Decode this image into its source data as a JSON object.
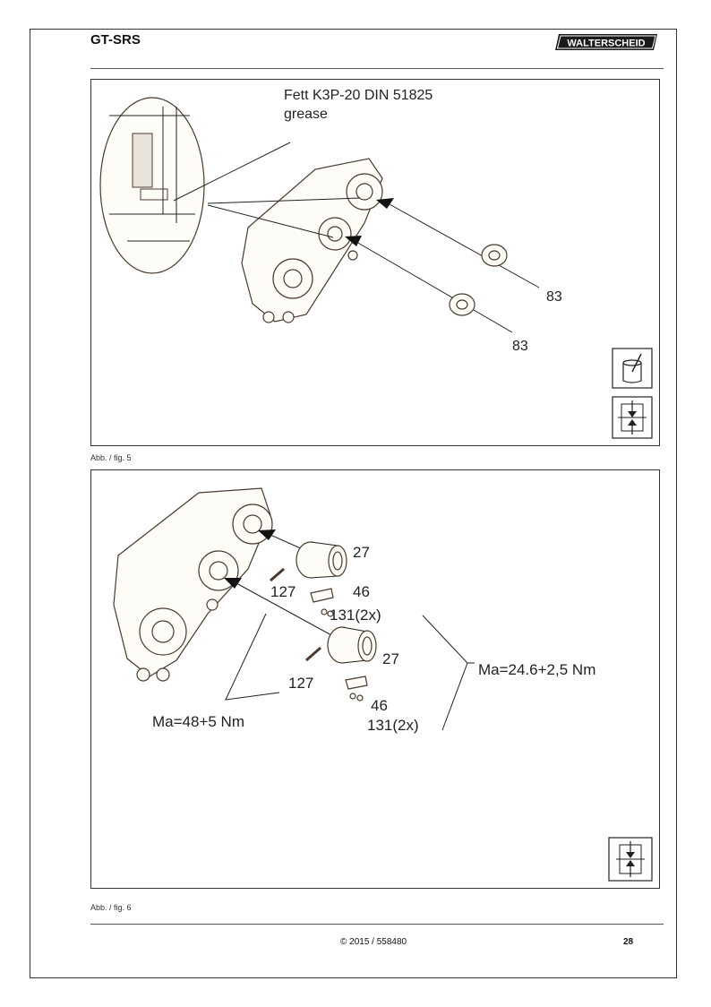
{
  "header": {
    "doc_title": "GT-SRS",
    "brand": "WALTERSCHEID"
  },
  "figure5": {
    "callout_grease_de": "Fett K3P-20 DIN 51825",
    "callout_grease_en": "grease",
    "part_upper": "83",
    "part_lower": "83",
    "caption": "Abb. / fig. 5"
  },
  "figure6": {
    "part_27_upper": "27",
    "part_127_upper": "127",
    "part_46_upper": "46",
    "part_131_upper": "131(2x)",
    "part_27_lower": "27",
    "part_127_lower": "127",
    "part_46_lower": "46",
    "part_131_lower": "131(2x)",
    "torque_right": "Ma=24.6+2,5 Nm",
    "torque_left": "Ma=48+5 Nm",
    "caption": "Abb. / fig. 6"
  },
  "footer": {
    "copyright": "© 2015 / 558480",
    "page_number": "28"
  }
}
